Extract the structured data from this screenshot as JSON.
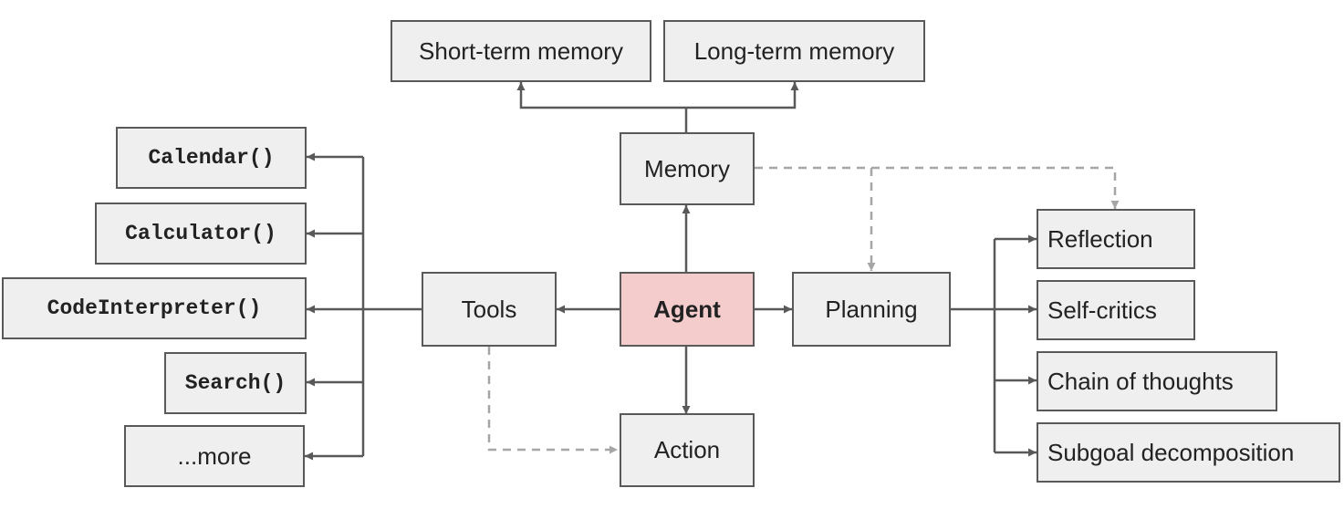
{
  "diagram": {
    "nodes": {
      "short_term_memory": "Short-term memory",
      "long_term_memory": "Long-term memory",
      "memory": "Memory",
      "agent": "Agent",
      "tools": "Tools",
      "planning": "Planning",
      "action": "Action",
      "calendar": "Calendar()",
      "calculator": "Calculator()",
      "code_interpreter": "CodeInterpreter()",
      "search": "Search()",
      "more": "...more",
      "reflection": "Reflection",
      "self_critics": "Self-critics",
      "chain_of_thoughts": "Chain of thoughts",
      "subgoal_decomposition": "Subgoal decomposition"
    },
    "edges": [
      {
        "from": "memory",
        "to": "short_term_memory",
        "style": "solid"
      },
      {
        "from": "memory",
        "to": "long_term_memory",
        "style": "solid"
      },
      {
        "from": "agent",
        "to": "memory",
        "style": "solid"
      },
      {
        "from": "agent",
        "to": "tools",
        "style": "solid"
      },
      {
        "from": "agent",
        "to": "planning",
        "style": "solid"
      },
      {
        "from": "agent",
        "to": "action",
        "style": "solid"
      },
      {
        "from": "tools",
        "to": "calendar",
        "style": "solid"
      },
      {
        "from": "tools",
        "to": "calculator",
        "style": "solid"
      },
      {
        "from": "tools",
        "to": "code_interpreter",
        "style": "solid"
      },
      {
        "from": "tools",
        "to": "search",
        "style": "solid"
      },
      {
        "from": "tools",
        "to": "more",
        "style": "solid"
      },
      {
        "from": "planning",
        "to": "reflection",
        "style": "solid"
      },
      {
        "from": "planning",
        "to": "self_critics",
        "style": "solid"
      },
      {
        "from": "planning",
        "to": "chain_of_thoughts",
        "style": "solid"
      },
      {
        "from": "planning",
        "to": "subgoal_decomposition",
        "style": "solid"
      },
      {
        "from": "memory",
        "to": "planning",
        "style": "dashed"
      },
      {
        "from": "memory",
        "to": "reflection",
        "style": "dashed"
      },
      {
        "from": "tools",
        "to": "action",
        "style": "dashed"
      }
    ],
    "colors": {
      "box_fill": "#efefef",
      "agent_fill": "#f4cccc",
      "border": "#595959",
      "solid_line": "#595959",
      "dashed_line": "#a6a6a6"
    }
  }
}
